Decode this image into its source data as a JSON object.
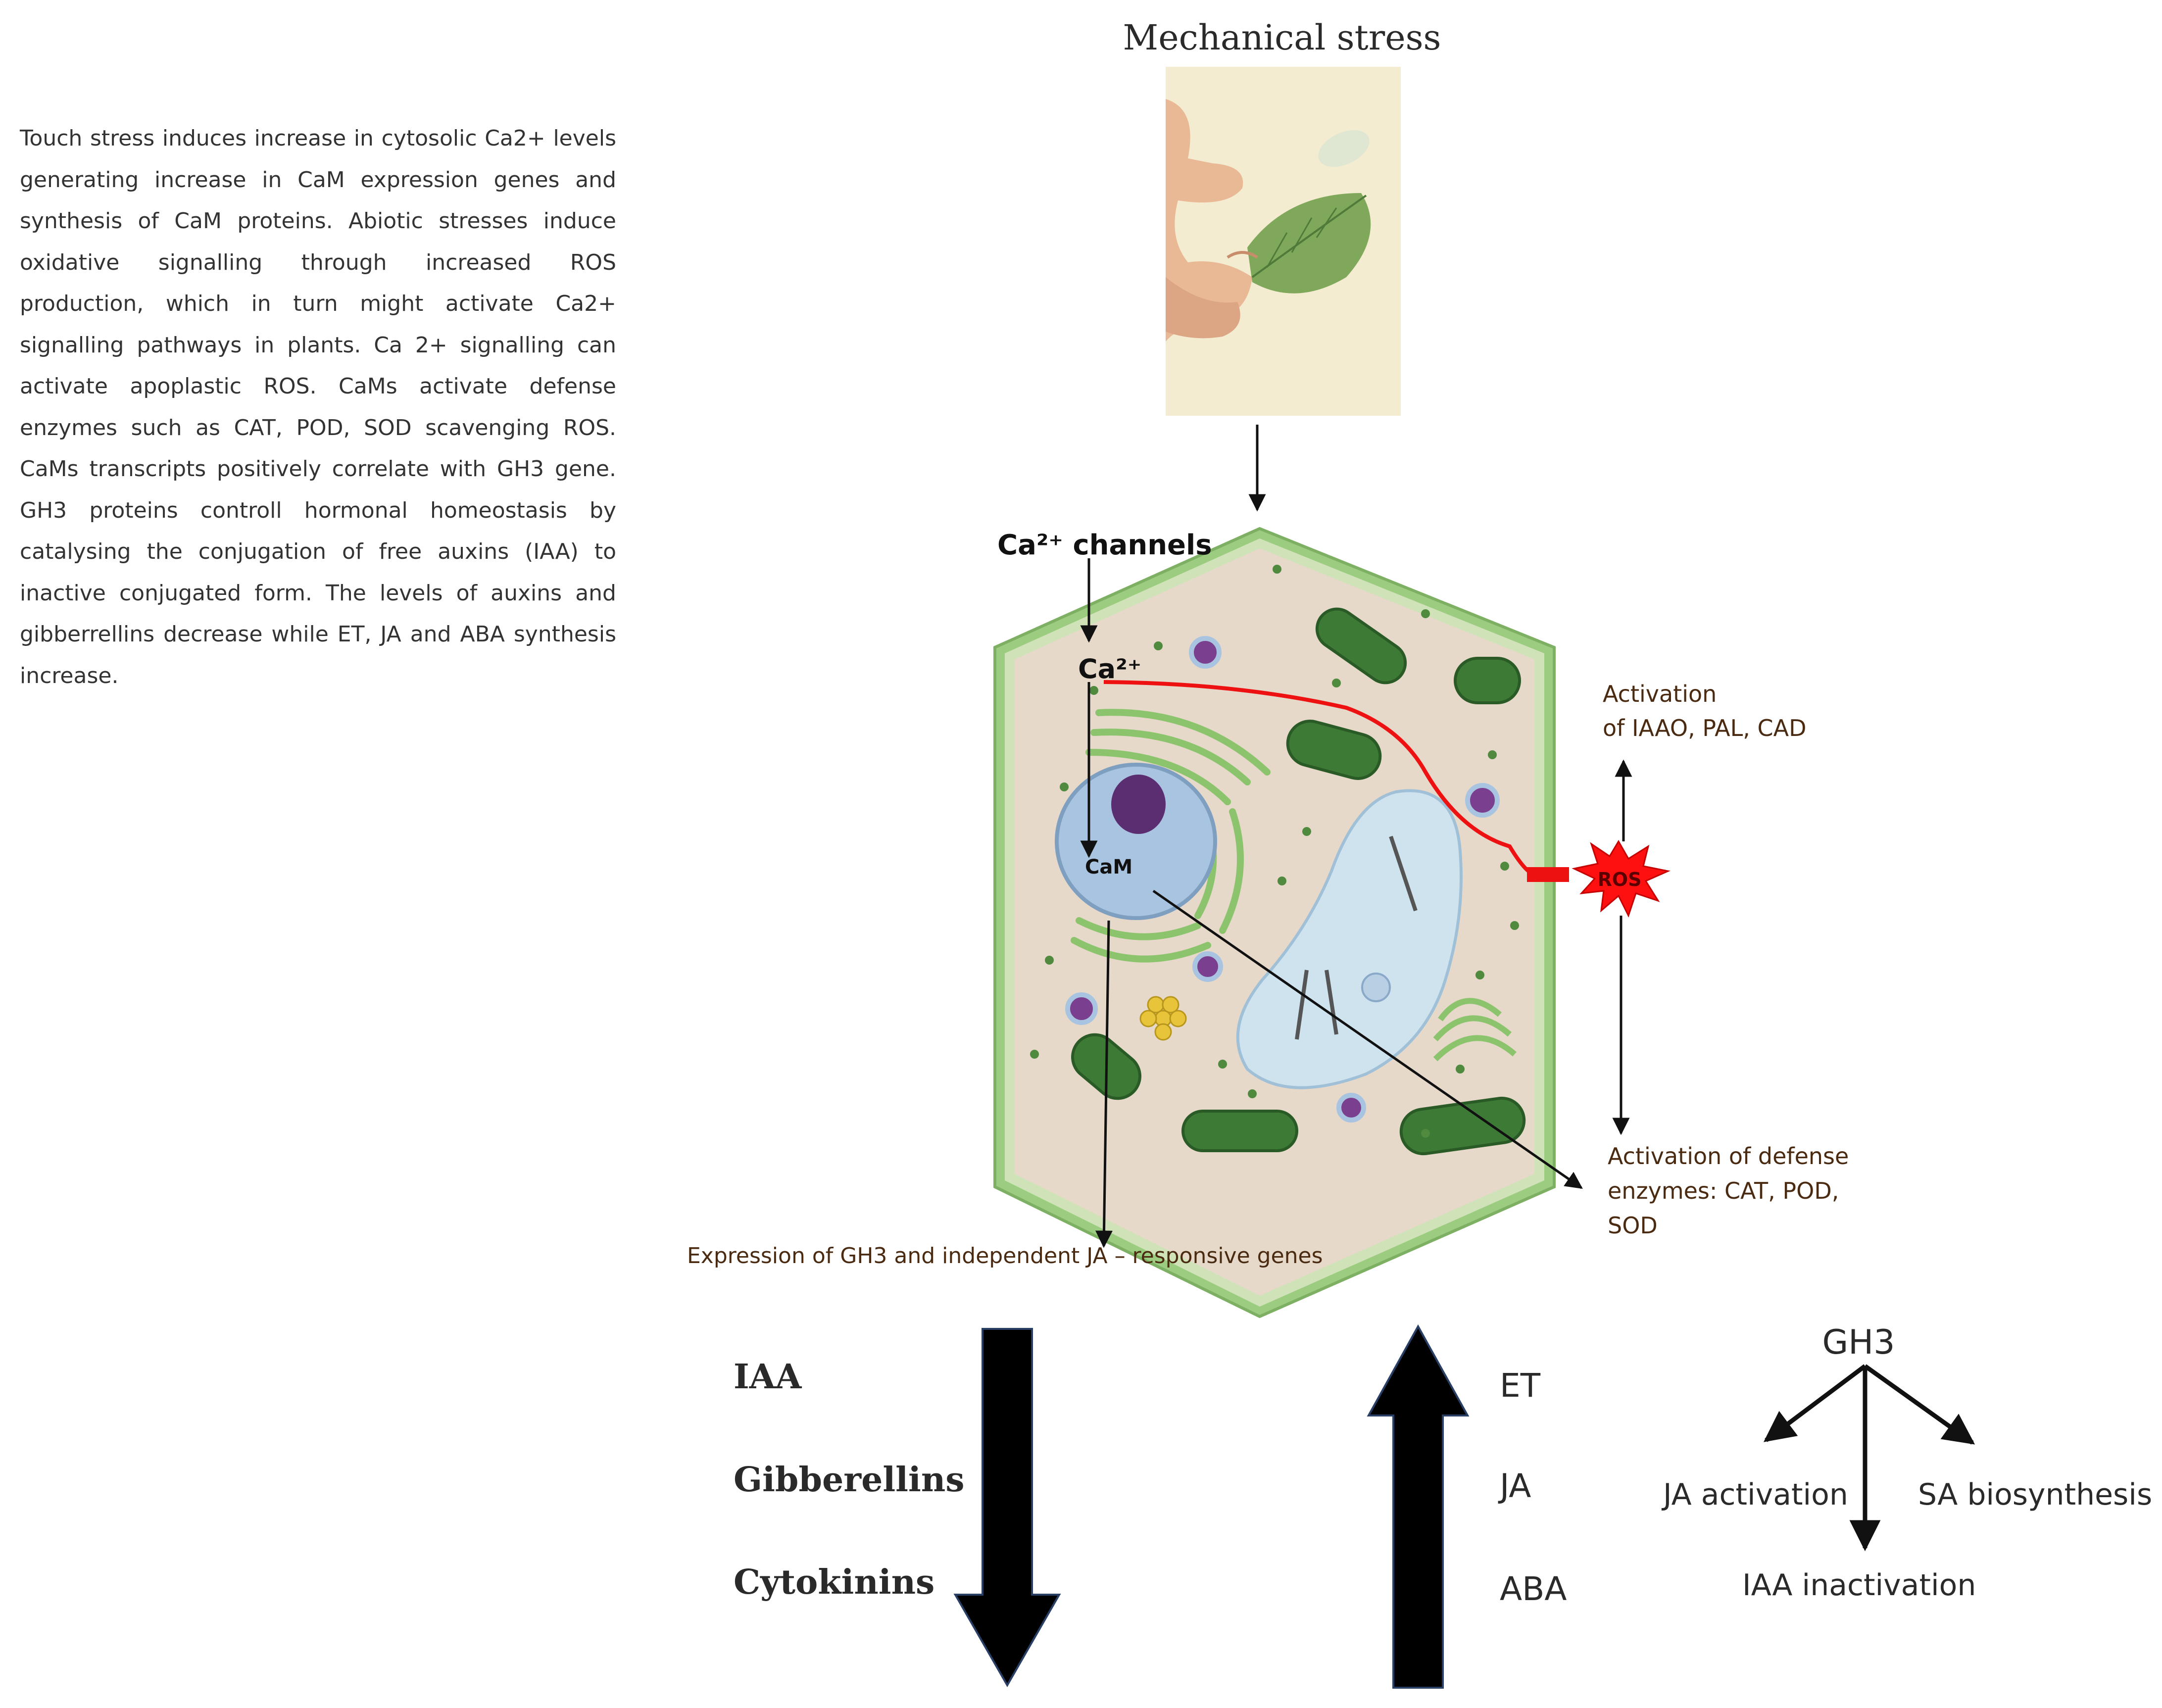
{
  "description": "Touch stress induces increase in cytosolic Ca2+ levels generating increase in CaM expression genes and synthesis of CaM proteins. Abiotic stresses induce oxidative signalling through increased ROS production, which in turn might activate Ca2+ signalling pathways in plants. Ca 2+ signalling can activate apoplastic ROS. CaMs activate defense enzymes such as CAT, POD, SOD scavenging ROS. CaMs transcripts positively correlate with GH3 gene. GH3 proteins controll hormonal homeostasis by catalysing the conjugation of free auxins (IAA) to inactive conjugated form. The levels of auxins and gibberrellins decrease while ET, JA and ABA synthesis increase.",
  "stimulus": {
    "title": "Mechanical stress"
  },
  "cell": {
    "channels_label": "Ca²⁺ channels",
    "ca_label": "Ca²⁺",
    "cam_label": "CaM",
    "ros_label": "ROS"
  },
  "outcomes": {
    "activation_line1": "Activation",
    "activation_line2": "of IAAO, PAL, CAD",
    "defense_line1": "Activation of defense",
    "defense_line2": "enzymes: CAT, POD,",
    "defense_line3": "SOD",
    "expression": "Expression of GH3 and independent JA – responsive genes"
  },
  "hormones": {
    "decrease": [
      "IAA",
      "Gibberellins",
      "Cytokinins"
    ],
    "increase": [
      "ET",
      "JA",
      "ABA"
    ]
  },
  "gh3": {
    "title": "GH3",
    "left": "JA activation",
    "right": "SA biosynthesis",
    "bottom": "IAA inactivation"
  },
  "colors": {
    "cell_wall": "#9ccc80",
    "cytoplasm": "#e6d9c9",
    "nucleus": "#a9c4e0",
    "vacuole": "#cfe3ee",
    "signal_line": "#ee1111",
    "ros_burst": "#ff1010",
    "text_brown": "#4a2a10"
  }
}
